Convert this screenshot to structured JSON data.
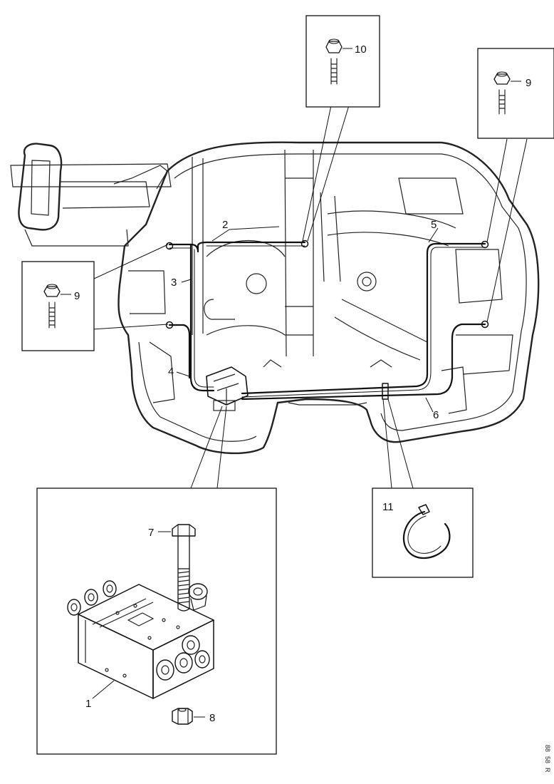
{
  "callouts": {
    "c1": "1",
    "c2": "2",
    "c3": "3",
    "c4": "4",
    "c5": "5",
    "c6": "6",
    "c7": "7",
    "c8": "8",
    "c9_left": "9",
    "c9_right": "9",
    "c10": "10",
    "c11": "11"
  },
  "side_code": [
    "88",
    "58",
    "R"
  ]
}
